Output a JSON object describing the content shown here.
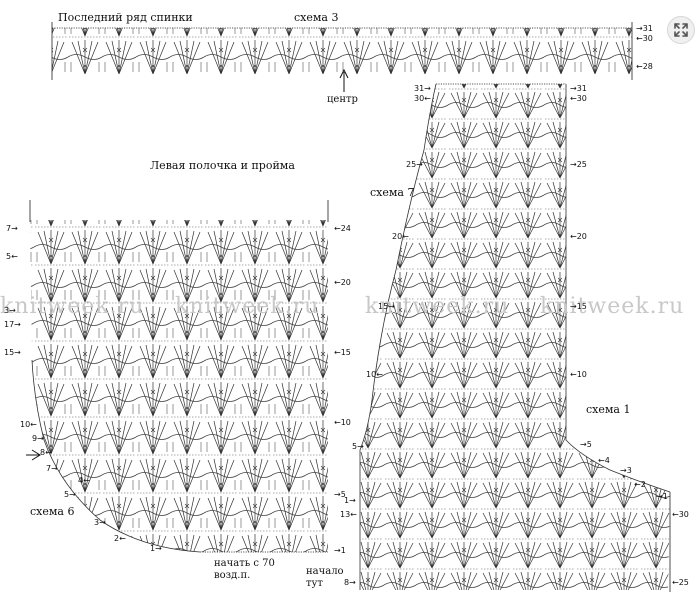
{
  "back": {
    "title": "Последний ряд спинки",
    "scheme": "схема 3",
    "center": "центр",
    "rows": [
      "→31",
      "←30",
      "←28"
    ]
  },
  "left_front": {
    "title": "Левая полочка и пройма",
    "scheme": "схема 6",
    "start_note_line1": "начать с 70",
    "start_note_line2": "возд.п.",
    "begin_line1": "начало",
    "begin_line2": "тут",
    "rows_left": [
      "7→",
      "5←",
      "3→",
      "17→",
      "15→",
      "10←",
      "9→",
      "8←",
      "7→",
      "5→",
      "4←",
      "3→",
      "2←",
      "1→"
    ],
    "rows_right": [
      "←24",
      "←20",
      "←15",
      "←10",
      "→5",
      "→1"
    ]
  },
  "right_panel": {
    "scheme7": "схема 7",
    "scheme1": "схема 1",
    "rows_left": [
      "31→",
      "30←",
      "25→",
      "20←",
      "15→",
      "10←",
      "5→",
      "1→",
      "13←",
      "8→"
    ],
    "rows_right": [
      "→31",
      "←30",
      "→25",
      "←20",
      "→15",
      "←10",
      "→5",
      "←4",
      "→3",
      "←2",
      "→1",
      "←30",
      "←25"
    ]
  },
  "watermark": [
    "knitweek.ru",
    "knitweek.ru",
    "knitweek.ru",
    "knitweek.ru"
  ],
  "ui": {
    "expand_icon": "expand-arrows-icon"
  }
}
